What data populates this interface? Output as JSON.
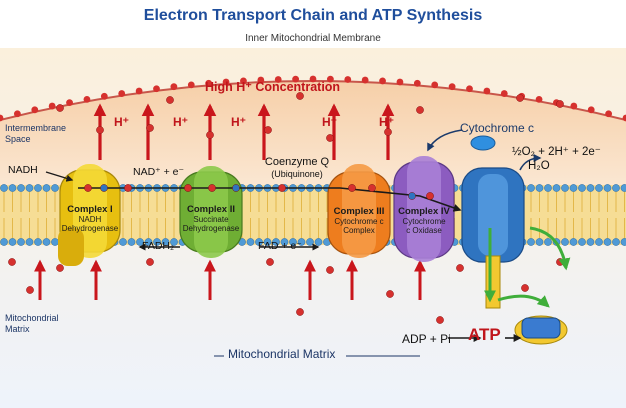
{
  "title": "Electron Transport Chain and ATP Synthesis",
  "subtitle": "Inner Mitochondrial Membrane",
  "h_concentration": "High H⁺ Concentration",
  "proton_label": "H⁺",
  "region_intermembrane": [
    "Intermembrane",
    "Space"
  ],
  "region_matrix_side": [
    "Mitochondrial",
    "Matrix"
  ],
  "region_matrix_bottom": "Mitochondrial Matrix",
  "nadh": "NADH",
  "nad_plus": "NAD⁺ + e⁻",
  "fadh2": "FADH₂",
  "fad_plus": "FAD + e⁻",
  "coenzyme_q": [
    "Coenzyme Q",
    "(Ubiquinone)"
  ],
  "complexes": [
    {
      "name": "Complex I",
      "sub": [
        "NADH",
        "Dehydrogenase"
      ],
      "color": "#f2d21a"
    },
    {
      "name": "Complex II",
      "sub": [
        "Succinate",
        "Dehydrogenase"
      ],
      "color": "#79b83a"
    },
    {
      "name": "Complex III",
      "sub": [
        "Cytochrome c",
        "Complex"
      ],
      "color": "#f0862a"
    },
    {
      "name": "Complex IV",
      "sub": [
        "Cytochrome",
        "c Oxidase"
      ],
      "color": "#9a6cc8"
    }
  ],
  "cytochrome_c": "Cytochrome c",
  "oxygen_eq": "½O₂ + 2H⁺ + 2e⁻",
  "water": "H₂O",
  "adp_pi": "ADP + Pi",
  "atp": "ATP",
  "colors": {
    "title": "#1f4e9c",
    "proton": "#c0151b",
    "membrane": "#f2c860",
    "atp_synthase": "#2f74c0",
    "arrow_green": "#3fae3a"
  }
}
